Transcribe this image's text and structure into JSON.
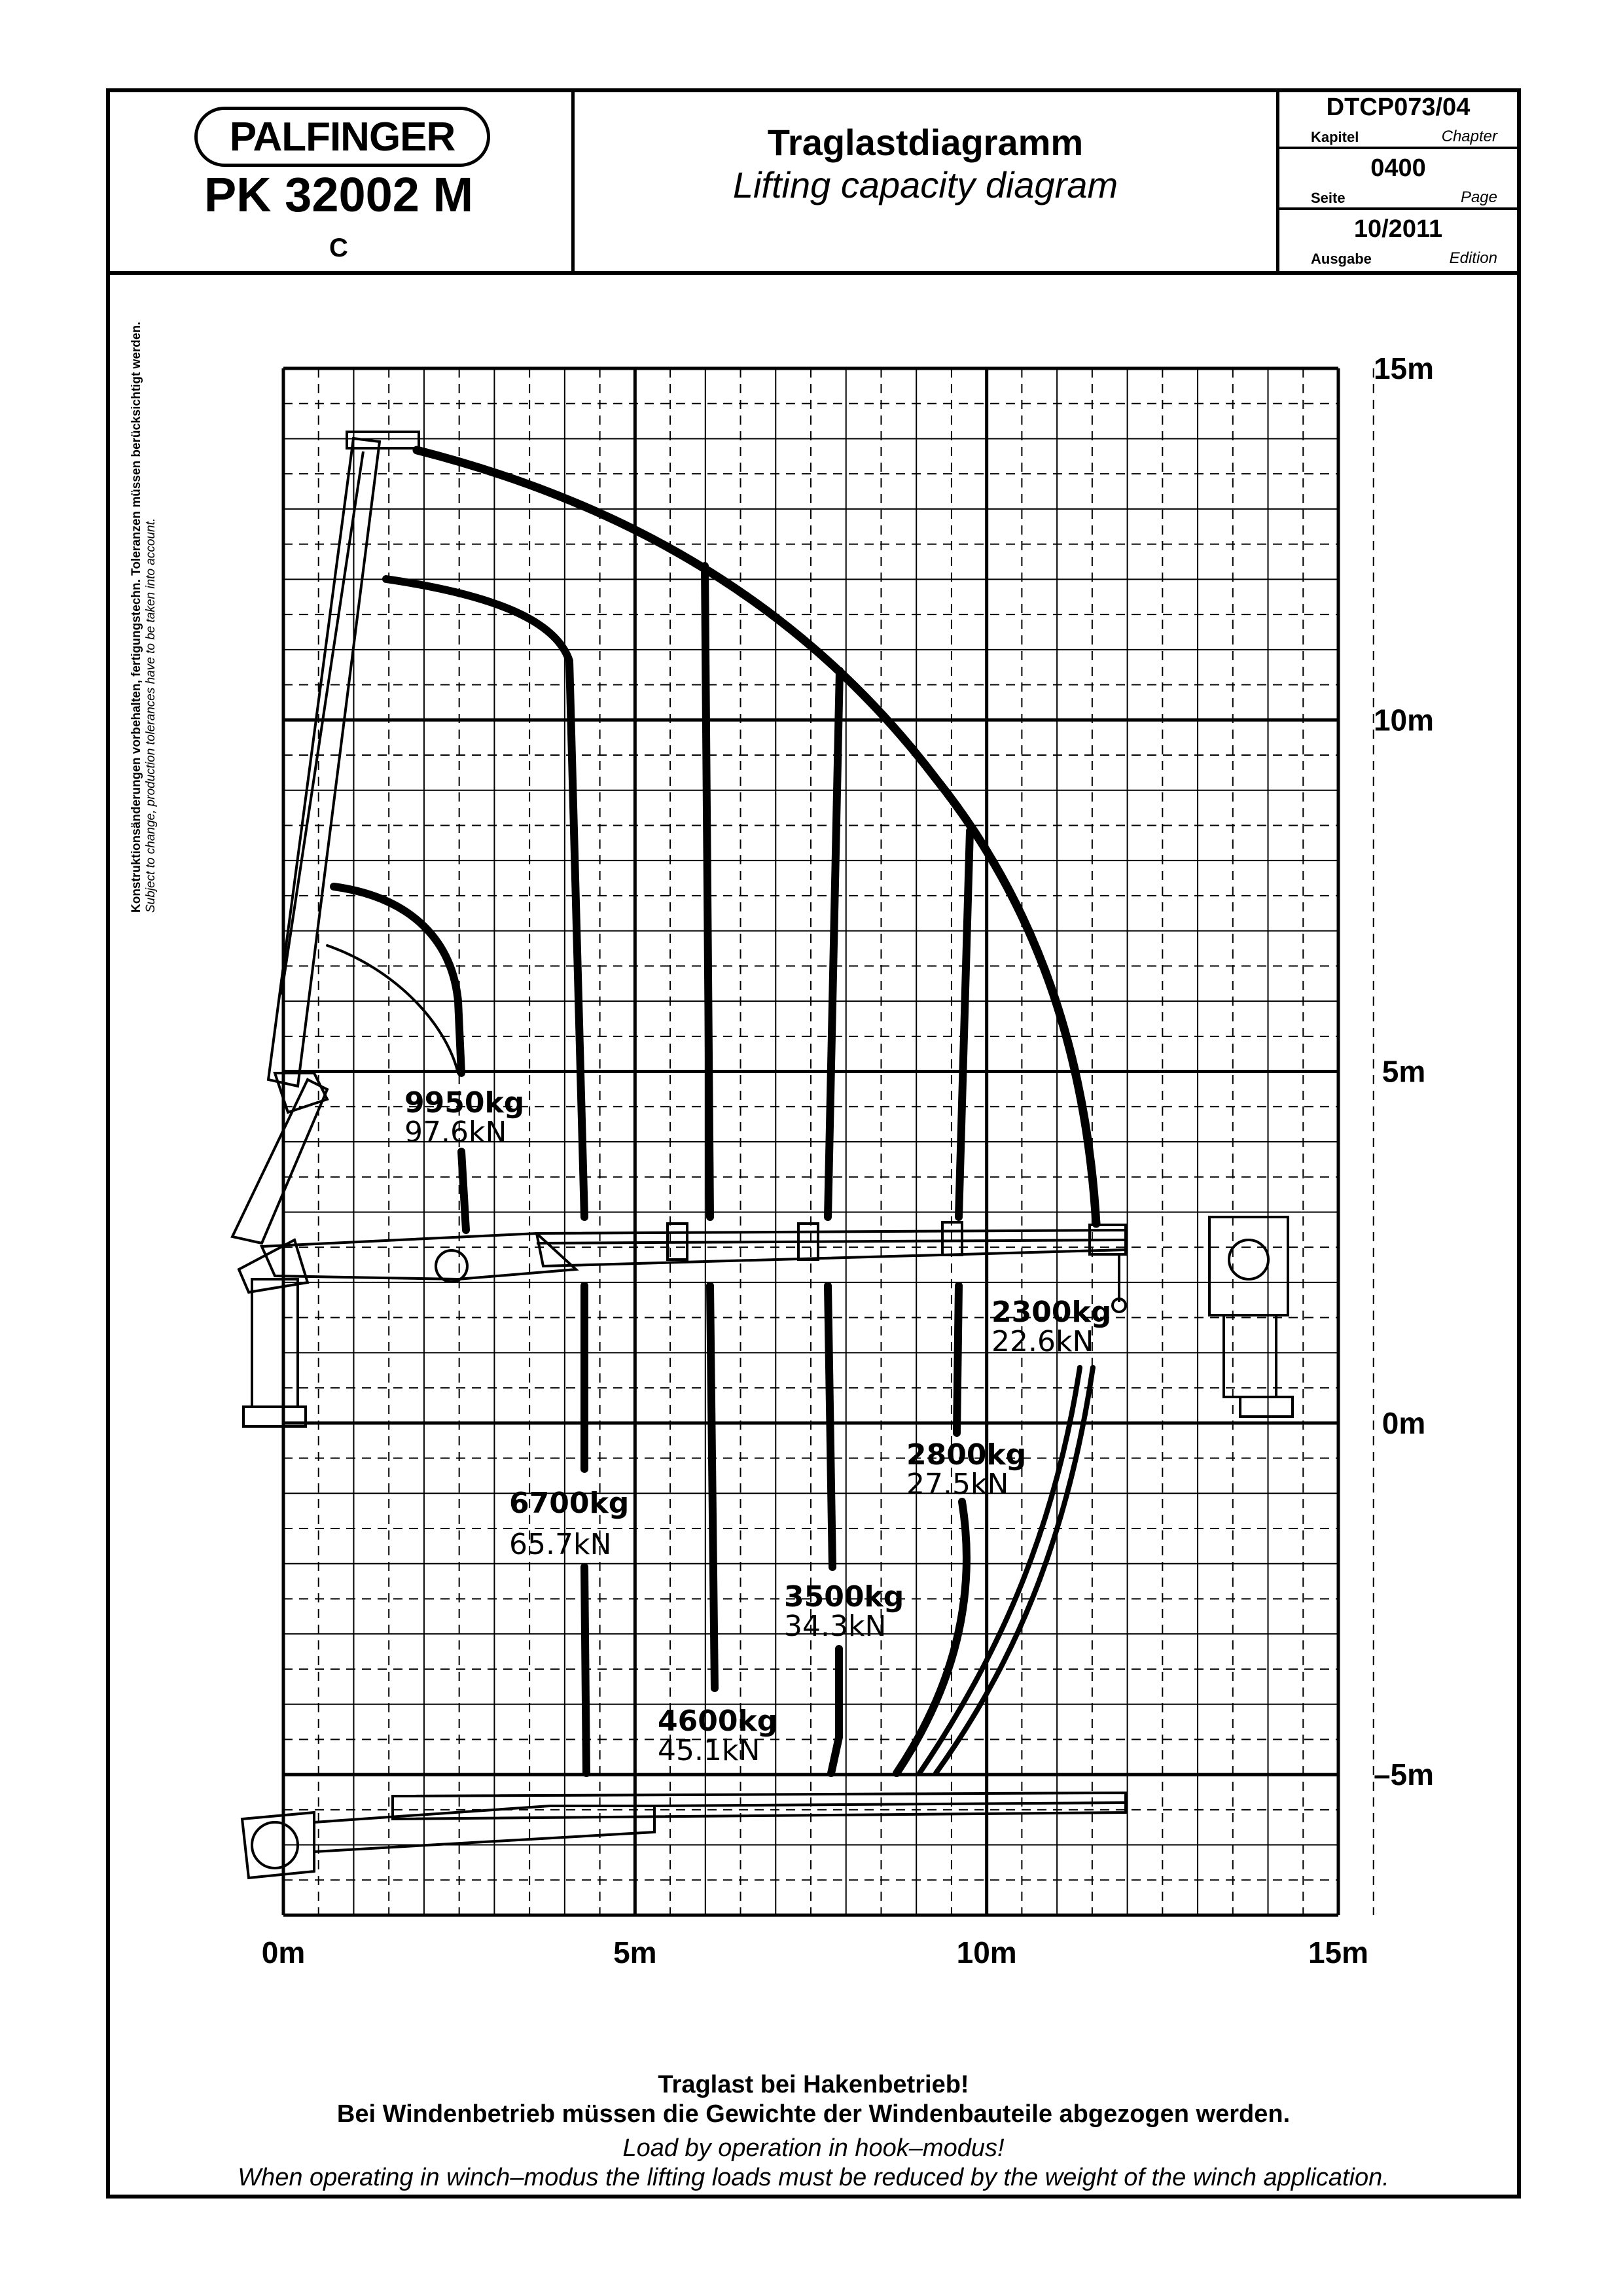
{
  "header": {
    "brand": "PALFINGER",
    "model": "PK 32002 M",
    "variant": "C",
    "title_de": "Traglastdiagramm",
    "title_en": "Lifting capacity diagram",
    "chapter": {
      "value": "DTCP073/04",
      "label_de": "Kapitel",
      "label_en": "Chapter"
    },
    "page": {
      "value": "0400",
      "label_de": "Seite",
      "label_en": "Page"
    },
    "edition": {
      "value": "10/2011",
      "label_de": "Ausgabe",
      "label_en": "Edition"
    }
  },
  "side_note": {
    "de": "Konstruktionsänderungen vorbehalten, fertigungstechn. Toleranzen müssen berücksichtigt werden.",
    "en": "Subject to change, production tolerances have to be taken into account."
  },
  "axes": {
    "x_ticks": [
      {
        "value": 0,
        "label": "0m"
      },
      {
        "value": 5,
        "label": "5m"
      },
      {
        "value": 10,
        "label": "10m"
      },
      {
        "value": 15,
        "label": "15m"
      }
    ],
    "y_ticks": [
      {
        "value": 15,
        "label": "15m"
      },
      {
        "value": 10,
        "label": "10m"
      },
      {
        "value": 5,
        "label": "5m"
      },
      {
        "value": 0,
        "label": "0m"
      },
      {
        "value": -5,
        "label": "–5m"
      }
    ],
    "x_range": [
      0,
      15
    ],
    "y_range": [
      -7,
      15
    ],
    "grid": true
  },
  "load_zones": [
    {
      "kg": "9950kg",
      "kn": "97.6kN"
    },
    {
      "kg": "6700kg",
      "kn": "65.7kN"
    },
    {
      "kg": "4600kg",
      "kn": "45.1kN"
    },
    {
      "kg": "3500kg",
      "kn": "34.3kN"
    },
    {
      "kg": "2800kg",
      "kn": "27.5kN"
    },
    {
      "kg": "2300kg",
      "kn": "22.6kN"
    }
  ],
  "footer": {
    "de_line1": "Traglast bei Hakenbetrieb!",
    "de_line2": "Bei Windenbetrieb müssen die Gewichte der Windenbauteile abgezogen werden.",
    "en_line1": "Load by operation in hook–modus!",
    "en_line2": "When operating in winch–modus the lifting loads must be reduced by the weight of the winch application."
  }
}
